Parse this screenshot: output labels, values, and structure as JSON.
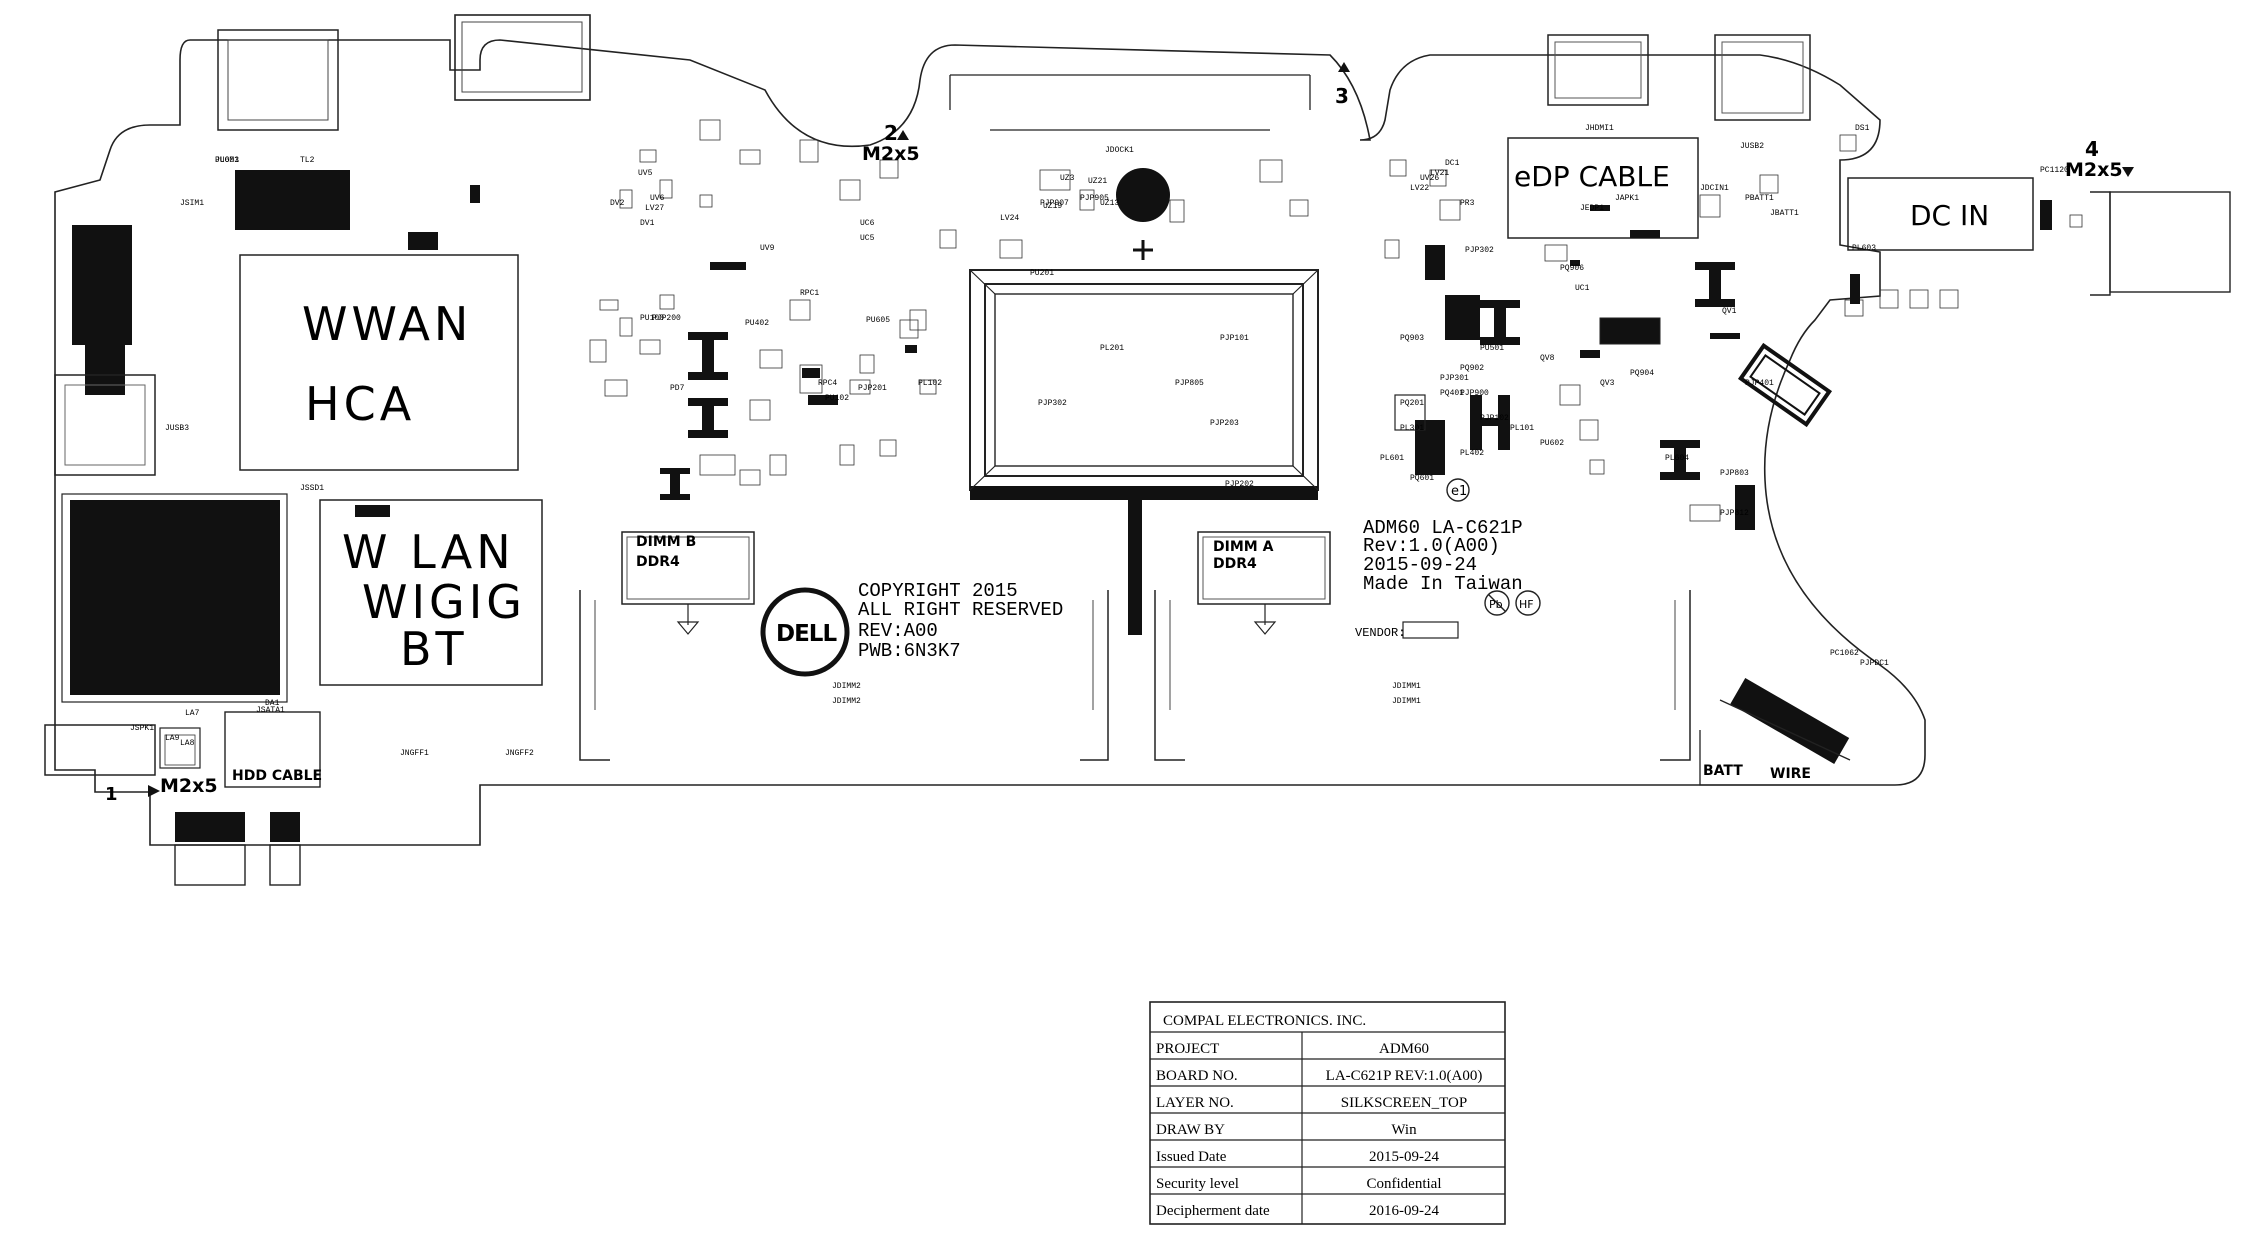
{
  "board": {
    "modules": {
      "wwan": "WWAN",
      "hca": "HCA",
      "wlan": "W LAN",
      "wigig": "WIGIG",
      "bt": "BT",
      "edp_cable": "eDP  CABLE",
      "dc_in": "DC  IN",
      "hdd_cable": "HDD  CABLE",
      "batt": "BATT",
      "wire": "WIRE"
    },
    "dimm_b": {
      "line1": "DIMM  B",
      "line2": "DDR4"
    },
    "dimm_a": {
      "line1": "DIMM  A",
      "line2": "DDR4"
    },
    "screws": [
      {
        "num": "1",
        "size": "M2x5"
      },
      {
        "num": "2",
        "size": "M2x5"
      },
      {
        "num": "3",
        "size": ""
      },
      {
        "num": "4",
        "size": "M2x5"
      }
    ],
    "copyright": {
      "line1": "COPYRIGHT 2015",
      "line2": "ALL RIGHT RESERVED",
      "line3": "REV:A00",
      "line4": "PWB:6N3K7"
    },
    "logo_text": "DELL",
    "board_id": {
      "line1": "ADM60 LA-C621P",
      "line2": "Rev:1.0(A00)",
      "line3": "2015-09-24",
      "line4": "Made In Taiwan"
    },
    "vendor_label": "VENDOR:",
    "marks": {
      "e1": "e1",
      "pb": "Pb",
      "hf": "HF"
    },
    "ref_designators": [
      "JLOM1",
      "TL2",
      "JSIM1",
      "JDOCK1",
      "JHDMI1",
      "JUSB2",
      "JDIMM2",
      "JDIMM1",
      "JUSB3",
      "JSSD1",
      "JNGFF1",
      "JNGFF2",
      "JSATA1",
      "PU100",
      "PU402",
      "PU501",
      "PU602",
      "PU201",
      "PL201",
      "PL604",
      "PL402",
      "PL101",
      "PL301",
      "PJP202",
      "PJP302",
      "PJP201",
      "PQ903",
      "PQ904",
      "PQ906",
      "UC1",
      "UV5",
      "UV6",
      "LV27",
      "DV1",
      "DV2",
      "LV24",
      "LV22",
      "LV21",
      "UV26",
      "PR3",
      "DC1",
      "DS1",
      "QV1",
      "QV8",
      "QV3",
      "PD7",
      "PJP200",
      "PU605",
      "PL102",
      "PU102",
      "RPC4",
      "RPC1",
      "UC5",
      "UC6",
      "UV9",
      "UZ19",
      "UZ21",
      "UZ3",
      "UZ13",
      "PJP907",
      "PJP905",
      "PJP805",
      "PJP900",
      "PJP812",
      "PJP803",
      "PJP401",
      "PJP203",
      "PJP101",
      "PJP302",
      "PJP301",
      "PJP102",
      "PQ902",
      "PQ201",
      "PQ601",
      "PQ401",
      "PL601",
      "PL603",
      "PC1120",
      "PC1062",
      "PJPDC1",
      "JDCIN1",
      "PBATT1",
      "JBATT1",
      "JSPK1",
      "LA9",
      "LA8",
      "LA7",
      "DA1",
      "JAPK1",
      "JEDP1",
      "PU603"
    ],
    "dimm_connectors": [
      "JDIMM2",
      "JDIMM1"
    ]
  },
  "title_block": {
    "company": "COMPAL ELECTRONICS. INC.",
    "rows": [
      {
        "label": "PROJECT",
        "value": "ADM60"
      },
      {
        "label": "BOARD NO.",
        "value": "LA-C621P REV:1.0(A00)"
      },
      {
        "label": "LAYER NO.",
        "value": "SILKSCREEN_TOP"
      },
      {
        "label": "DRAW BY",
        "value": "Win"
      },
      {
        "label": "Issued Date",
        "value": "2015-09-24"
      },
      {
        "label": "Security level",
        "value": "Confidential"
      },
      {
        "label": "Decipherment date",
        "value": "2016-09-24"
      }
    ]
  }
}
